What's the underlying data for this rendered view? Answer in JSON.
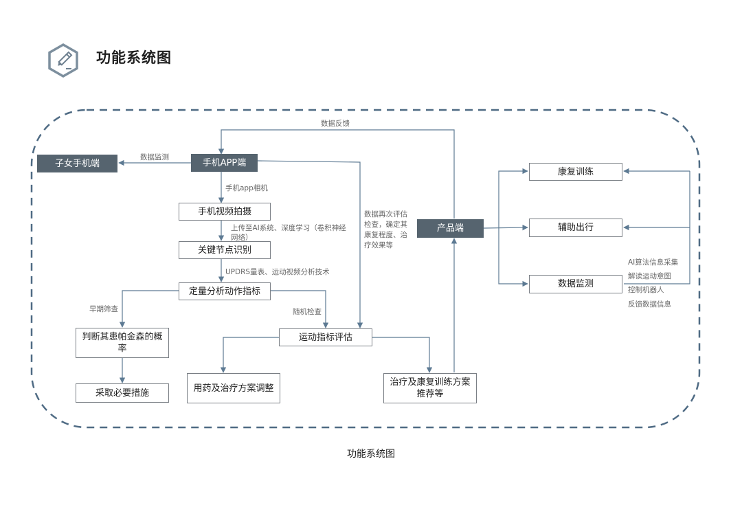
{
  "title": "功能系统图",
  "caption": "功能系统图",
  "nodes": {
    "child_phone": "子女手机端",
    "phone_app": "手机APP端",
    "video_capture": "手机视频拍摄",
    "keypoint": "关键节点识别",
    "quant_analysis": "定量分析动作指标",
    "judge_pd": "判断其患帕金森的概率",
    "take_measures": "采取必要措施",
    "motion_eval": "运动指标评估",
    "med_adjust": "用药及治疗方案调整",
    "treatment_recommend": "治疗及康复训练方案推荐等",
    "product": "产品端",
    "rehab": "康复训练",
    "assist_travel": "辅助出行",
    "data_monitor": "数据监测"
  },
  "labels": {
    "data_feedback": "数据反馈",
    "data_monitoring": "数据监测",
    "phone_camera": "手机app相机",
    "upload_ai": "上传至AI系统、深度学习（卷积神经网络）",
    "updrs": "UPDRS量表、运动视频分析技术",
    "early_screen": "早期筛查",
    "random_check": "随机检查",
    "re_evaluate": "数据再次评估检查，确定其康复程度、治疗效果等",
    "ai_lines": [
      "AI算法信息采集",
      "解读运动意图",
      "控制机器人",
      "反馈数据信息"
    ]
  },
  "colors": {
    "dark_node": "#56646f",
    "arrow": "#5d7a93",
    "dashed_border": "#4f6b84"
  }
}
